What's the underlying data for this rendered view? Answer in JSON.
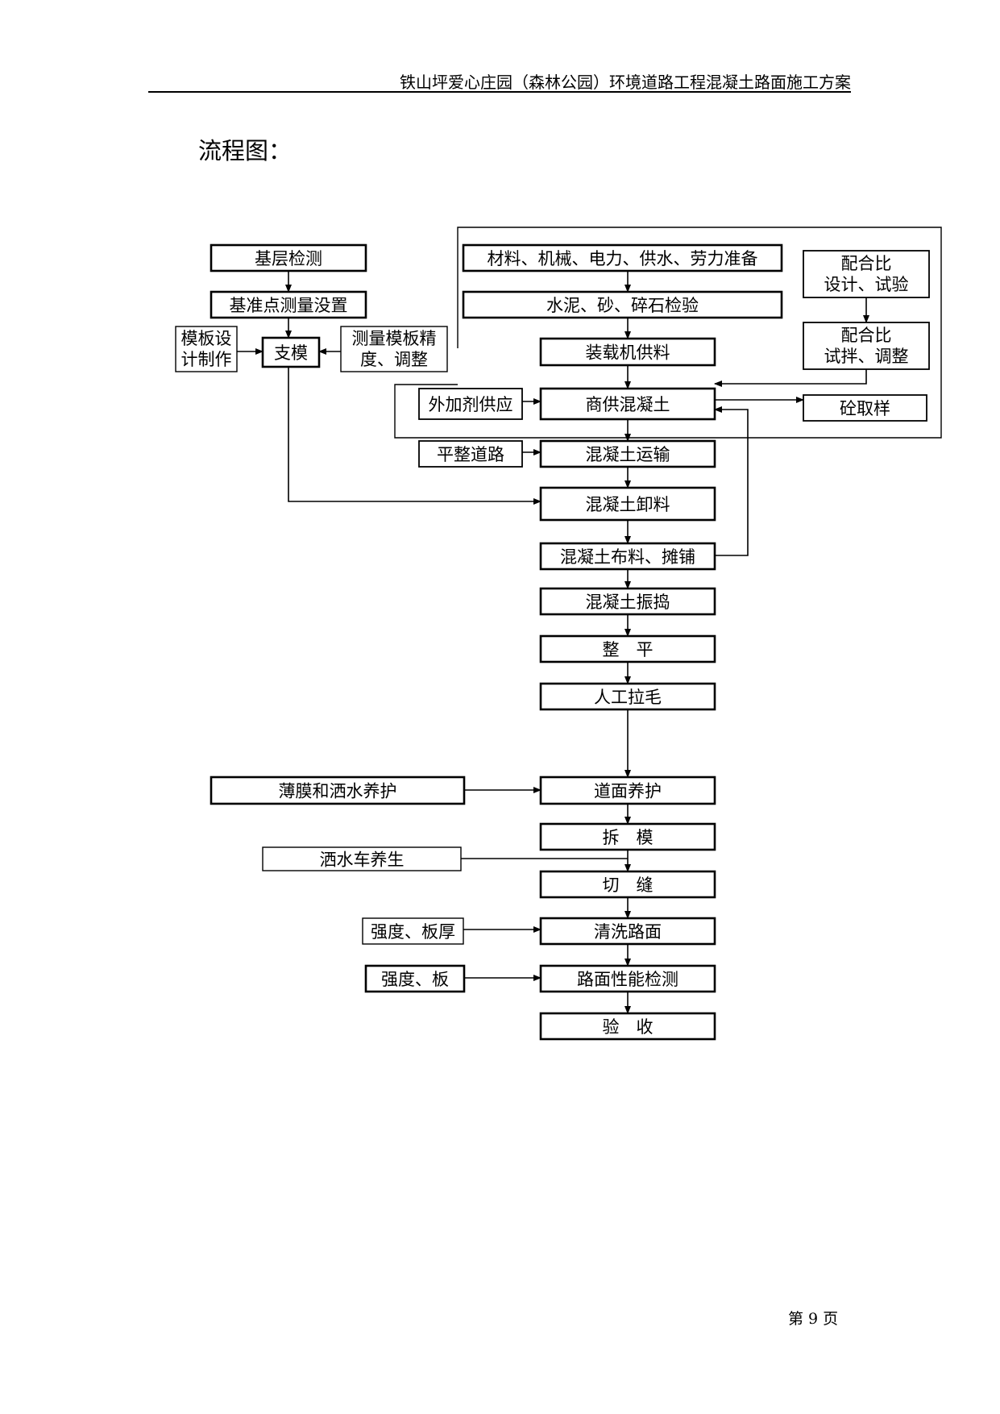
{
  "header": {
    "title": "铁山坪爱心庄园（森林公园）环境道路工程混凝土路面施工方案"
  },
  "section_title": "流程图：",
  "footer": {
    "page": "第 9 页"
  },
  "flowchart": {
    "nodes": {
      "base_check": {
        "text": "基层检测"
      },
      "datum_survey": {
        "text": "基准点测量没置"
      },
      "form_design": {
        "lines": [
          "模板设",
          "计制作"
        ]
      },
      "formwork": {
        "text": "支模"
      },
      "form_measure": {
        "lines": [
          "测量模板精",
          "度、调整"
        ]
      },
      "prep": {
        "text": "材料、机械、电力、供水、劳力准备"
      },
      "mix_design": {
        "lines": [
          "配合比",
          "设计、试验"
        ]
      },
      "material_check": {
        "text": "水泥、砂、碎石检验"
      },
      "mix_trial": {
        "lines": [
          "配合比",
          "试拌、调整"
        ]
      },
      "loader_feed": {
        "text": "装载机供料"
      },
      "admixture": {
        "text": "外加剂供应"
      },
      "commercial": {
        "text": "商供混凝土"
      },
      "sampling": {
        "text": "砼取样"
      },
      "level_road": {
        "text": "平整道路"
      },
      "transport": {
        "text": "混凝土运输"
      },
      "unload": {
        "text": "混凝土卸料"
      },
      "spread": {
        "text": "混凝土布料、摊铺"
      },
      "vibrate": {
        "text": "混凝土振捣"
      },
      "leveling": {
        "text": "整　平"
      },
      "texturing": {
        "text": "人工拉毛"
      },
      "film_curing": {
        "text": "薄膜和洒水养护"
      },
      "surface_curing": {
        "text": "道面养护"
      },
      "form_removal": {
        "text": "拆　模"
      },
      "truck_curing": {
        "text": "洒水车养生"
      },
      "cut_joint": {
        "text": "切　缝"
      },
      "strength1": {
        "text": "强度、板厚"
      },
      "clean": {
        "text": "清洗路面"
      },
      "strength2": {
        "text": "强度、板"
      },
      "perf_test": {
        "text": "路面性能检测"
      },
      "acceptance": {
        "text": "验　收"
      }
    }
  }
}
